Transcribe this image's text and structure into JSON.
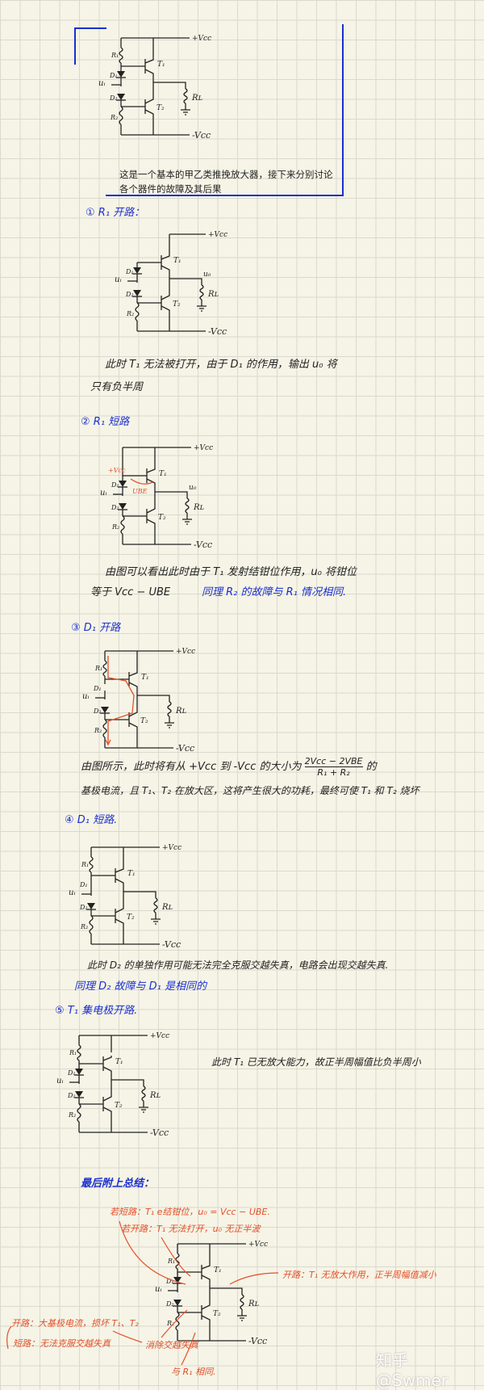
{
  "intro": "这是一个基本的甲乙类推挽放大器，接下来分别讨论各个器件的故障及其后果",
  "labels": {
    "vcc_pos": "+Vcc",
    "vcc_neg": "-Vcc",
    "r1": "R₁",
    "r2": "R₂",
    "d1": "D₁",
    "d2": "D₂",
    "ui": "uᵢ",
    "t1": "T₁",
    "t2": "T₂",
    "rl": "Rʟ",
    "uo": "u₀",
    "ube": "UBE"
  },
  "sections": [
    {
      "heading": "① R₁ 开路：",
      "text": [
        "此时 T₁ 无法被打开，由于 D₁ 的作用，输出 u₀ 将",
        "只有负半周"
      ]
    },
    {
      "heading": "② R₁ 短路",
      "text": [
        "由图可以看出此时由于 T₁ 发射结钳位作用，u₀ 将钳位",
        "等于 Vcc − UBE"
      ],
      "note": "同理 R₂ 的故障与 R₁ 情况相同."
    },
    {
      "heading": "③ D₁ 开路",
      "text": [
        "由图所示，此时将有从 +Vcc 到 -Vcc 的大小为",
        "的",
        "基极电流，且 T₁、T₂ 在放大区，这将产生很大的功耗，最终可使 T₁ 和 T₂ 烧坏"
      ],
      "fraction": {
        "num": "2Vcc − 2VBE",
        "den": "R₁ + R₂"
      }
    },
    {
      "heading": "④ D₁ 短路.",
      "text": [
        "此时 D₂ 的单独作用可能无法完全克服交越失真，电路会出现交越失真."
      ],
      "note": "同理 D₂ 故障与 D₁ 是相同的"
    },
    {
      "heading": "⑤ T₁ 集电极开路.",
      "text": [
        "此时 T₁ 已无放大能力，故正半周幅值比负半周小"
      ]
    }
  ],
  "summary": {
    "heading": "最后附上总结：",
    "annotations": [
      "若短路：T₁ e结钳位，u₀ = Vcc − UBE.",
      "若开路：T₁ 无法打开，u₀ 无正半波",
      "开路：T₁ 无放大作用，正半周幅值减小",
      "开路：大基极电流，损坏 T₁、T₂",
      "短路：无法克服交越失真",
      "消除交越失真",
      "与 R₁ 相同."
    ]
  },
  "watermark": "知乎 @Swmer",
  "colors": {
    "ink": "#222222",
    "blue": "#1a2fd0",
    "red": "#e2502a",
    "paper": "#f6f4e6"
  }
}
